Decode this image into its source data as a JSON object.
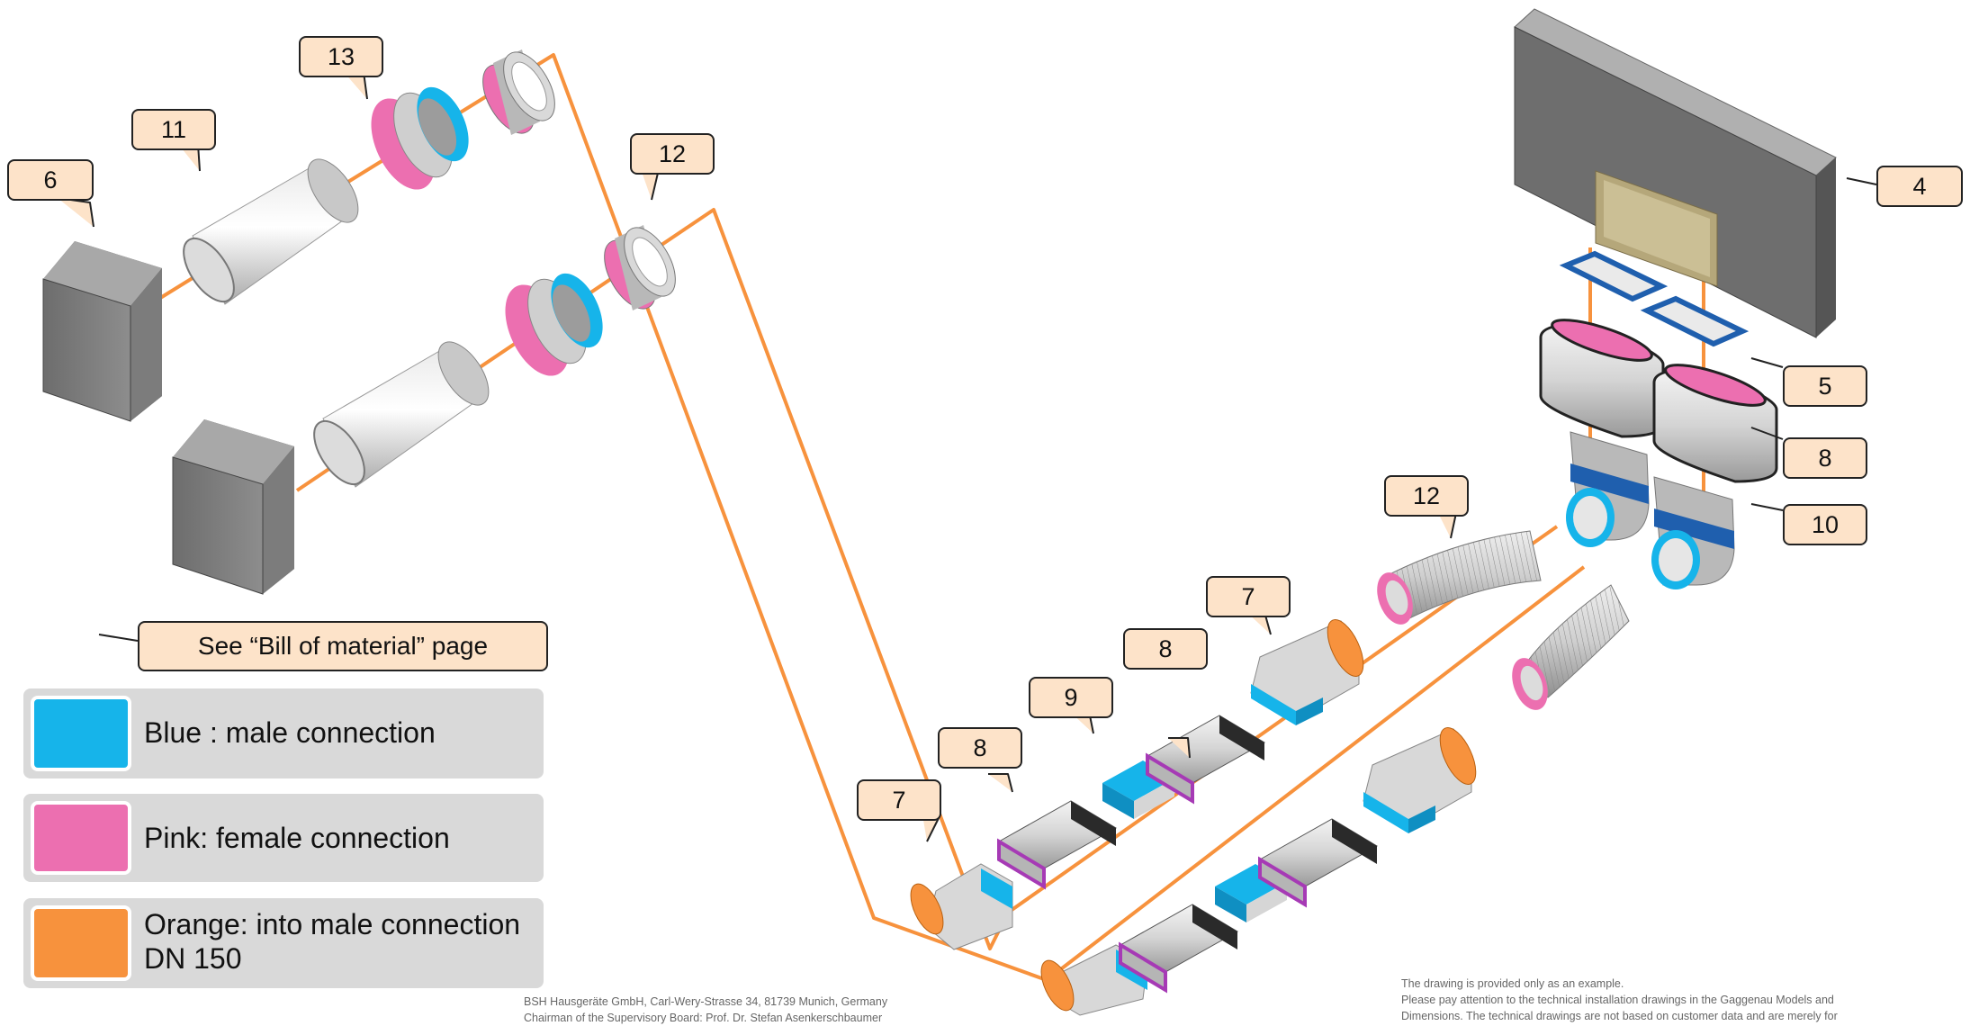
{
  "callouts": {
    "c6": "6",
    "c11": "11",
    "c13": "13",
    "c12a": "12",
    "c4": "4",
    "c5": "5",
    "c8a": "8",
    "c10": "10",
    "c12b": "12",
    "c7a": "7",
    "c8b": "8",
    "c9": "9",
    "c8c": "8",
    "c7b": "7"
  },
  "see_note": "See “Bill of material”  page",
  "legend": [
    {
      "label": "Blue : male connection",
      "color": "#16b4ea"
    },
    {
      "label": "Pink: female connection",
      "color": "#ec6fb0"
    },
    {
      "label": "Orange: into male  connection",
      "label2": "DN 150",
      "color": "#f7923d"
    }
  ],
  "colors": {
    "male": "#16b4ea",
    "female": "#ec6fb0",
    "route": "#f7923d",
    "callout_fill": "#fde3c9"
  },
  "footer_left": {
    "line1": "BSH Hausgeräte GmbH, Carl-Wery-Strasse 34, 81739 Munich, Germany",
    "line2": "Chairman of the Supervisory Board: Prof. Dr. Stefan Asenkerschbaumer"
  },
  "footer_right": {
    "line1": "The drawing is provided only as an example.",
    "line2": "Please pay attention to the technical installation drawings in the Gaggenau Models and",
    "line3": "Dimensions. The technical drawings are not based on customer data and are merely for"
  }
}
